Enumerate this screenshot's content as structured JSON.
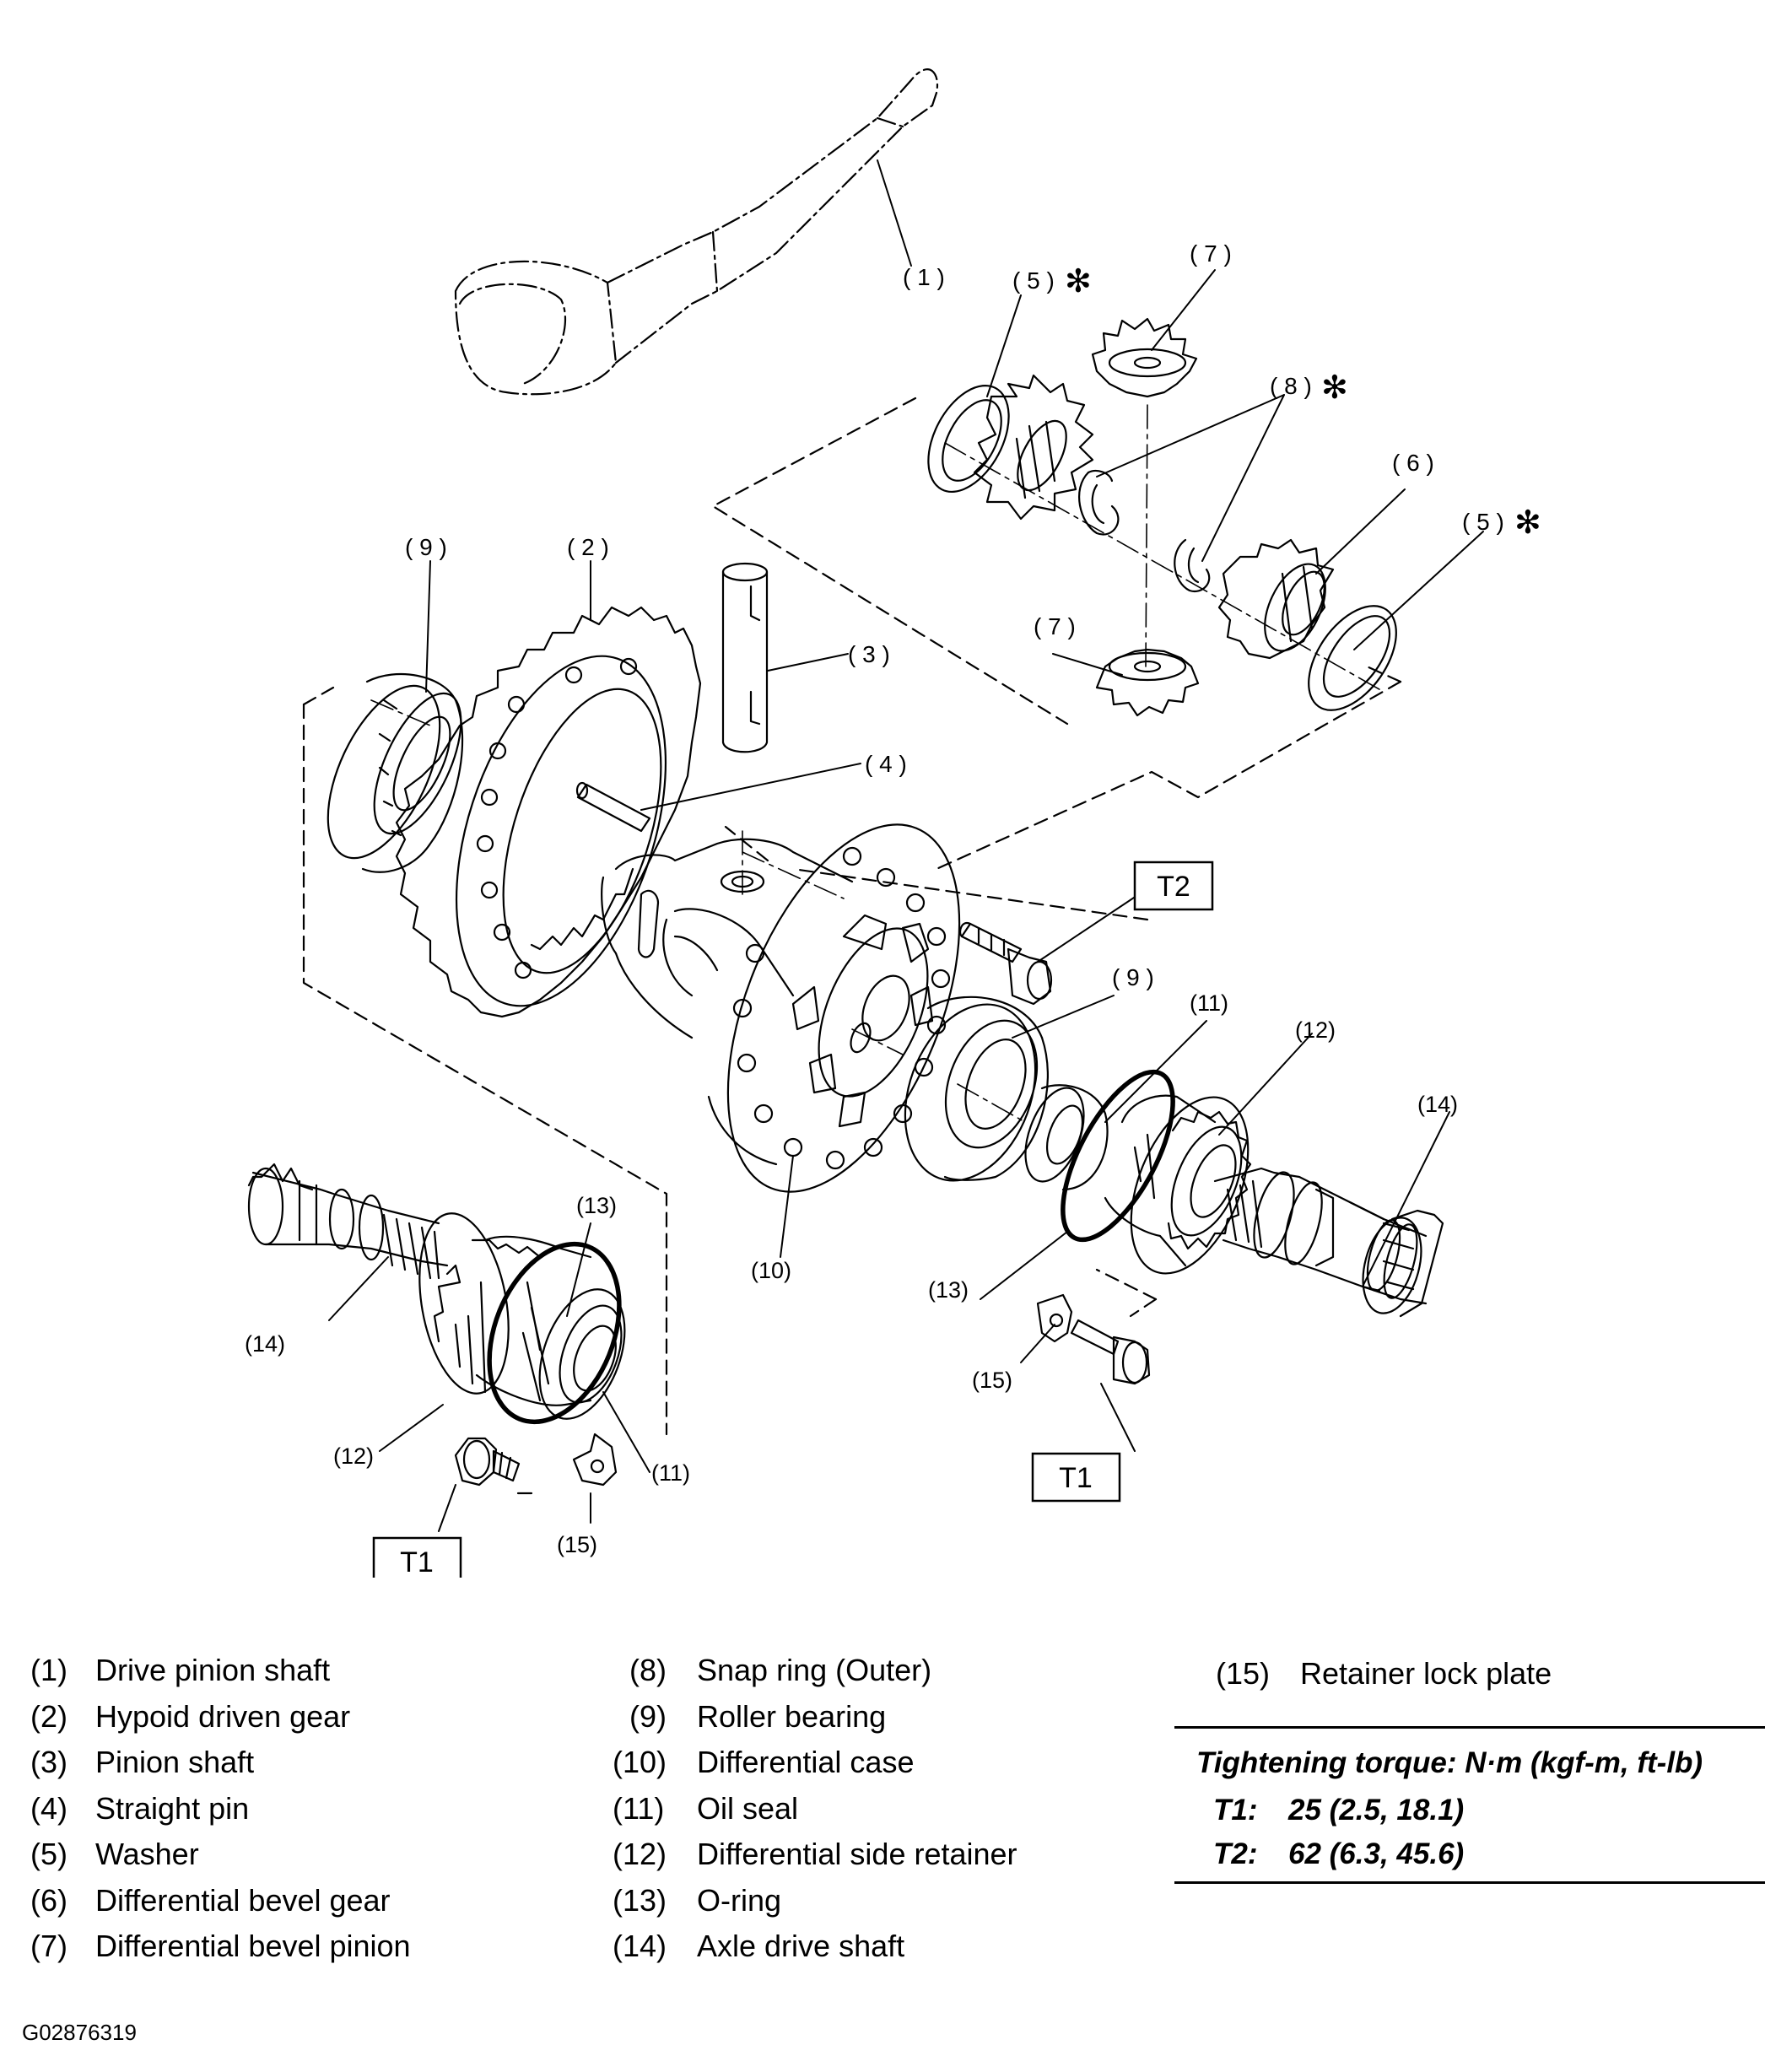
{
  "callouts": {
    "c1": "( 1 )",
    "c5a": "( 5 )",
    "c5b": "( 5 )",
    "c7a": "( 7 )",
    "c7b": "( 7 )",
    "c8": "( 8 )",
    "c6": "( 6 )",
    "c9a": "( 9 )",
    "c2": "( 2 )",
    "c3": "( 3 )",
    "c4": "( 4 )",
    "c9b": "( 9 )",
    "c11a": "(11)",
    "c12a": "(12)",
    "c14a": "(14)",
    "c10": "(10)",
    "c13a": "(13)",
    "c13b": "(13)",
    "c14b": "(14)",
    "c12b": "(12)",
    "c11b": "(11)",
    "c15a": "(15)",
    "c15b": "(15)"
  },
  "asterisk": "✻",
  "torque_boxes": {
    "t2": "T2",
    "t1a": "T1",
    "t1b": "T1"
  },
  "legend": {
    "col1": [
      {
        "num": "(1)",
        "label": "Drive pinion shaft"
      },
      {
        "num": "(2)",
        "label": "Hypoid driven gear"
      },
      {
        "num": "(3)",
        "label": "Pinion shaft"
      },
      {
        "num": "(4)",
        "label": "Straight pin"
      },
      {
        "num": "(5)",
        "label": "Washer"
      },
      {
        "num": "(6)",
        "label": "Differential bevel gear"
      },
      {
        "num": "(7)",
        "label": "Differential bevel pinion"
      }
    ],
    "col2": [
      {
        "num": "(8)",
        "label": "Snap ring (Outer)"
      },
      {
        "num": "(9)",
        "label": "Roller bearing"
      },
      {
        "num": "(10)",
        "label": "Differential case"
      },
      {
        "num": "(11)",
        "label": "Oil seal"
      },
      {
        "num": "(12)",
        "label": "Differential side retainer"
      },
      {
        "num": "(13)",
        "label": "O-ring"
      },
      {
        "num": "(14)",
        "label": "Axle drive shaft"
      }
    ],
    "col3": [
      {
        "num": "(15)",
        "label": "Retainer lock plate"
      }
    ]
  },
  "torque": {
    "heading": "Tightening torque: N·m (kgf-m, ft-lb)",
    "rows": [
      {
        "key": "T1:",
        "value": "25 (2.5, 18.1)"
      },
      {
        "key": "T2:",
        "value": "62 (6.3, 45.6)"
      }
    ]
  },
  "figure_id": "G02876319"
}
